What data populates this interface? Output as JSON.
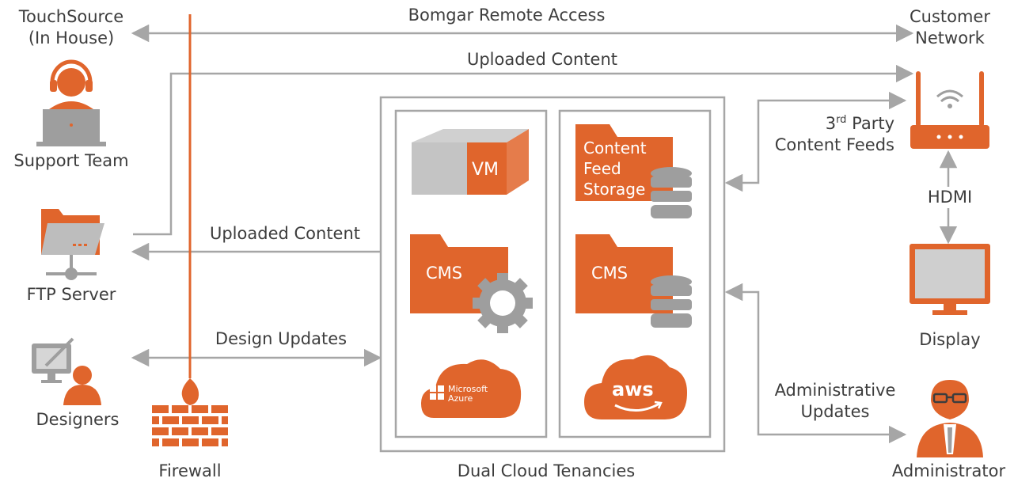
{
  "colors": {
    "accent": "#e0652c",
    "grey": "#9e9e9e",
    "line": "#a6a6a6",
    "text": "#3d3d3d"
  },
  "nodes": {
    "touchsource": {
      "line1": "TouchSource",
      "line2": "(In House)"
    },
    "support_team": {
      "label": "Support Team",
      "icon": "headset-user-laptop-icon"
    },
    "ftp_server": {
      "label": "FTP Server",
      "icon": "network-folder-icon"
    },
    "designers": {
      "label": "Designers",
      "icon": "designer-monitor-icon"
    },
    "firewall": {
      "label": "Firewall",
      "icon": "firewall-icon"
    },
    "cloud": {
      "label": "Dual Cloud Tenancies",
      "vm": "VM",
      "cms_left": "CMS",
      "cms_right": "CMS",
      "feed_storage": [
        "Content",
        "Feed",
        "Storage"
      ],
      "azure": [
        "Microsoft",
        "Azure"
      ],
      "aws": "aws"
    },
    "customer_network": {
      "line1": "Customer",
      "line2": "Network",
      "icon": "wifi-router-icon"
    },
    "display": {
      "label": "Display",
      "icon": "monitor-icon"
    },
    "administrator": {
      "label": "Administrator",
      "icon": "admin-user-icon"
    }
  },
  "connections": {
    "bomgar": "Bomgar Remote Access",
    "uploaded_top": "Uploaded Content",
    "uploaded_mid": "Uploaded Content",
    "design_updates": "Design Updates",
    "third_party": {
      "sup": "rd",
      "prefix": "3",
      "rest": " Party",
      "line2": "Content Feeds"
    },
    "hdmi": "HDMI",
    "admin_updates": {
      "line1": "Administrative",
      "line2": "Updates"
    }
  }
}
